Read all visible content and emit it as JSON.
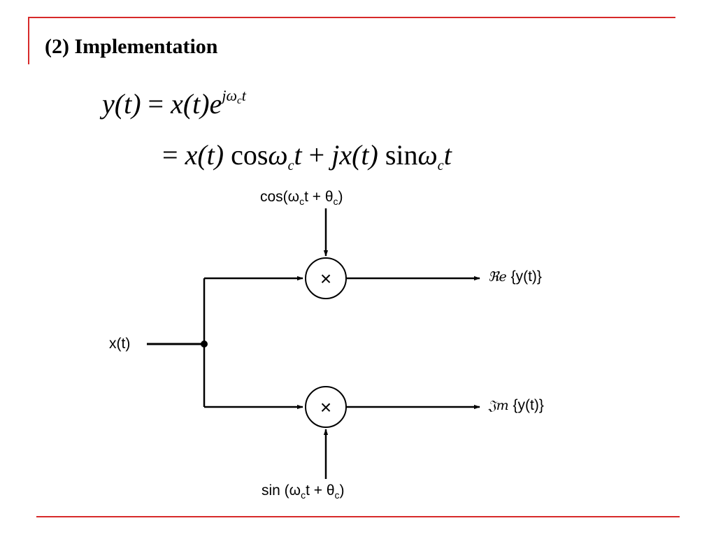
{
  "slide": {
    "title": "(2) Implementation"
  },
  "equations": {
    "line1": {
      "lhs": "y(t)",
      "eq": "=",
      "x": "x(t)",
      "e": "e",
      "exp_j_omega": "jω",
      "exp_c": "c",
      "exp_t": "t"
    },
    "line2": {
      "eq": "=",
      "x1": "x(t)",
      "cos": "cos",
      "omega1": "ω",
      "c1": "c",
      "t1": "t",
      "plus": "+",
      "jx": "jx(t)",
      "sin": "sin",
      "omega2": "ω",
      "c2": "c",
      "t2": "t"
    }
  },
  "diagram": {
    "input_label": "x(t)",
    "cos_label_pre": "cos(ω",
    "cos_label_sub": "c",
    "cos_label_mid": "t + θ",
    "cos_label_sub2": "c",
    "cos_label_post": ")",
    "sin_label_pre": "sin (ω",
    "sin_label_sub": "c",
    "sin_label_mid": "t + θ",
    "sin_label_sub2": "c",
    "sin_label_post": ")",
    "re_prefix": "ℜe",
    "re_body": "{y(t)}",
    "im_prefix": "𝔍m",
    "im_body": "{y(t)}",
    "multiplier_symbol": "×"
  },
  "colors": {
    "accent": "#d72a2a",
    "ink": "#000000"
  }
}
